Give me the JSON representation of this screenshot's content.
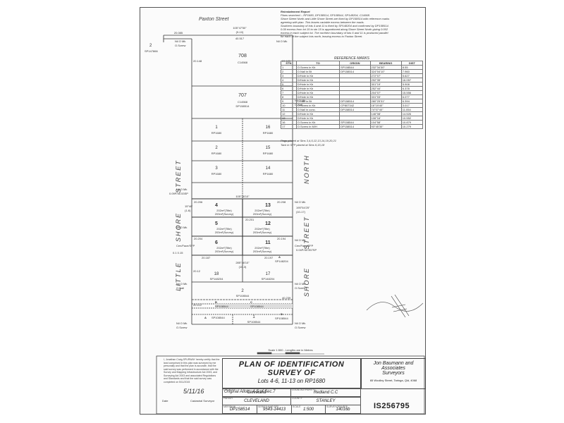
{
  "streets": {
    "top": "Paxton   Street",
    "left_1": "LITTLE",
    "left_2": "SHORE",
    "left_3": "STREET",
    "right_1": "SHORE",
    "right_2": "STREET",
    "right_3": "NORTH"
  },
  "notes": {
    "heading": "Reinstatement Report",
    "lines": [
      "Plans searched :- RP1680, DP158514, SP108544, SP148204, C14568.",
      "Shore Street North and Little Shore Street are fixed by DP158514 with reference marks",
      "agreeing with plan. This leaves variable excess between the roads.",
      "Southern boundary of lots 4 and 11 is fixed by SP148204 and confirmed by DP158514.",
      "0.09 excess from lot 15 to stn 15 is apportioned along Shore Street North giving 0.002",
      "excess in each subject lot. The northern boundary of lots 6 and 11 is produced parallel",
      "for each of the subject lots north, leaving excess to Paxton Street."
    ]
  },
  "reference_marks": {
    "heading": "REFERENCE MARKS",
    "columns": [
      "STN",
      "TO",
      "ORIGIN",
      "BEARING",
      "DIST"
    ],
    "rows": [
      [
        "1",
        "O.Screw in Kb",
        "SP108544",
        "232°34'30\"",
        "8.55"
      ],
      [
        "2",
        "O.Nail in Bt",
        "DP158514",
        "324°04'10\"",
        "7.960"
      ],
      [
        "3",
        "D/Hole in Kb",
        "",
        "272°07'",
        "5.627"
      ],
      [
        "4",
        "D/Hole in Kb",
        "",
        "292°35'",
        "16.057"
      ],
      [
        "5",
        "D/Hole in Kb",
        "",
        "301°19'",
        "5.908"
      ],
      [
        "6",
        "D/Hole in Kb",
        "",
        "252°44'",
        "6.378"
      ],
      [
        "7",
        "D/Hole in Kb",
        "",
        "204°07'",
        "15.556"
      ],
      [
        "8",
        "D/Hole in Kb",
        "",
        "331°03'",
        "6.077"
      ],
      [
        "9",
        "O.Nail in Bt",
        "DP158514",
        "280°25'31\"",
        "6.394"
      ],
      [
        "10",
        "O.Screw in Kb",
        "CP807342",
        "16°19'40\"",
        "3.017"
      ],
      [
        "11",
        "O.Nail in conc.",
        "DP158514",
        "74°07'40\"",
        "11.054"
      ],
      [
        "12",
        "D/Hole in Kb",
        "",
        "146°08'",
        "14.526"
      ],
      [
        "13",
        "D/Hole in Kb",
        "",
        "106°16'",
        "10.552"
      ],
      [
        "16",
        "O.Screw in Kb",
        "SP108544",
        "104°58'",
        "10.879"
      ],
      [
        "17",
        "O.Screw in M/H",
        "DP158514",
        "93°45'30\"",
        "10.279"
      ]
    ],
    "pegs": "Pegs placed at Stns 3,4,5,12,13,14,19,20,21",
    "tack": "Tack in SFP placed at Stns 6,15,18"
  },
  "lots": [
    {
      "num": "708",
      "plan": "C14568"
    },
    {
      "num": "707",
      "plan": "C14568",
      "plan2": "DP158514"
    },
    {
      "num": "1",
      "plan": "RP1680"
    },
    {
      "num": "16",
      "plan": "RP1680"
    },
    {
      "num": "2",
      "plan": "RP1680"
    },
    {
      "num": "15",
      "plan": "RP1680"
    },
    {
      "num": "3",
      "plan": "RP1680"
    },
    {
      "num": "14",
      "plan": "RP1680"
    },
    {
      "num": "4",
      "area": "202m²(Title)",
      "area2": "203m²(Survey)"
    },
    {
      "num": "13",
      "area": "202m²(Title)",
      "area2": "203m²(Survey)"
    },
    {
      "num": "5",
      "area": "202m²(Title)",
      "area2": "203m²(Survey)"
    },
    {
      "num": "12",
      "area": "202m²(Title)",
      "area2": "203m²(Survey)"
    },
    {
      "num": "6",
      "area": "202m²(Title)",
      "area2": "203m²(Survey)"
    },
    {
      "num": "11",
      "area": "202m²(Title)",
      "area2": "203m²(Survey)"
    },
    {
      "num": "18",
      "plan": "SP148204"
    },
    {
      "num": "17",
      "plan": "SP148204"
    },
    {
      "num": "2",
      "plan": "SP108544"
    },
    {
      "num": "1",
      "plan": "SP108544"
    }
  ],
  "dims": {
    "paxton_bearing": "105°47'50\"",
    "paxton_sub": "(9-10)",
    "d_20085": "20.085",
    "d_40517": "40.517",
    "d_20148": "20.148",
    "d_20125": "20.125",
    "d_20206": "20.206",
    "d_20208": "20.208",
    "d_20201": "20.201",
    "d_20204": "20.204",
    "d_20194": "20.194",
    "d_20187": "20.187",
    "d_20197": "20.197",
    "brg_105": "105°46'10\"",
    "brg_285": "285°46'10\"",
    "brg_left": "15°46'",
    "brg_left_sub": "(1-6)",
    "brg_right": "195°54'25\"",
    "brg_right_sub": "(10-17)",
    "d_1006": "10.06",
    "d_20112": "20.112",
    "d_40239": "40.239",
    "d_2012": "20.12",
    "sub_1003": "(10-3)",
    "corr_1": "0.09P/40.53SP",
    "corr_2": "0.04P/40.357SP",
    "corr_3": "0.1  0.15"
  },
  "marks": {
    "nio_mk": "Nil O Mk",
    "onail": "O.Nail",
    "oscrew": "O.Screw",
    "cen_face": "Cen/Face/SFP",
    "ol": "2",
    "sp147": "SP147866"
  },
  "easements": {
    "a": "A",
    "b": "B",
    "c": "C",
    "d": "D",
    "a_plan": "SP108544",
    "b_plan": "SP108544",
    "c_plan": "SP108544",
    "d_plan": "SP108544",
    "a_top": "A",
    "a_top_plan": "SP148204"
  },
  "scale": "Scale 1:500 - Lengths are in Metres",
  "title_block": {
    "cert": "I, Jonathan Craig SPURWAY hereby certify that the land comprised in this plan was surveyed by me personally and that the plan is accurate, that the said survey was performed in accordance with the Survey and Mapping Infrastructure Act 2003, and Surveying Act 2003 and associated Regulations and Standards and that the said survey was completed on 5/11/2015",
    "sig_date": "5/11/16",
    "date_label": "Date",
    "surveyor_label": "Cadastral Surveyor",
    "title": "PLAN OF IDENTIFICATION SURVEY OF",
    "subtitle": "Lots 4-6, 11-13 on RP1680",
    "firm_1": "Jon Baumann and Associates",
    "firm_2": "Surveyors",
    "firm_addr": "65 Woolley Street, Taringa, Qld, 4068",
    "original": "Original  Allots. 4-5 of Sec.7",
    "locality_lbl": "LOCALITY",
    "locality_val": "Cleveland",
    "local_auth_lbl": "LOCAL AUTHORITY",
    "local_auth_val": "Redland C.C",
    "parish_lbl": "PARISH",
    "parish_val": "CLEVELAND",
    "county_lbl": "COUNTY",
    "county_val": "STANLEY",
    "meridian_lbl": "MERIDIAN",
    "meridian_val": "DP158514",
    "map_lbl": "SERIES MAP REF",
    "map_val": "9543-14413",
    "scale_lbl": "SCALE",
    "scale_val": "1:500",
    "survey_ref_lbl": "SURVEYORS REF",
    "survey_ref_val": "14016b",
    "plan_no": "IS256795"
  }
}
